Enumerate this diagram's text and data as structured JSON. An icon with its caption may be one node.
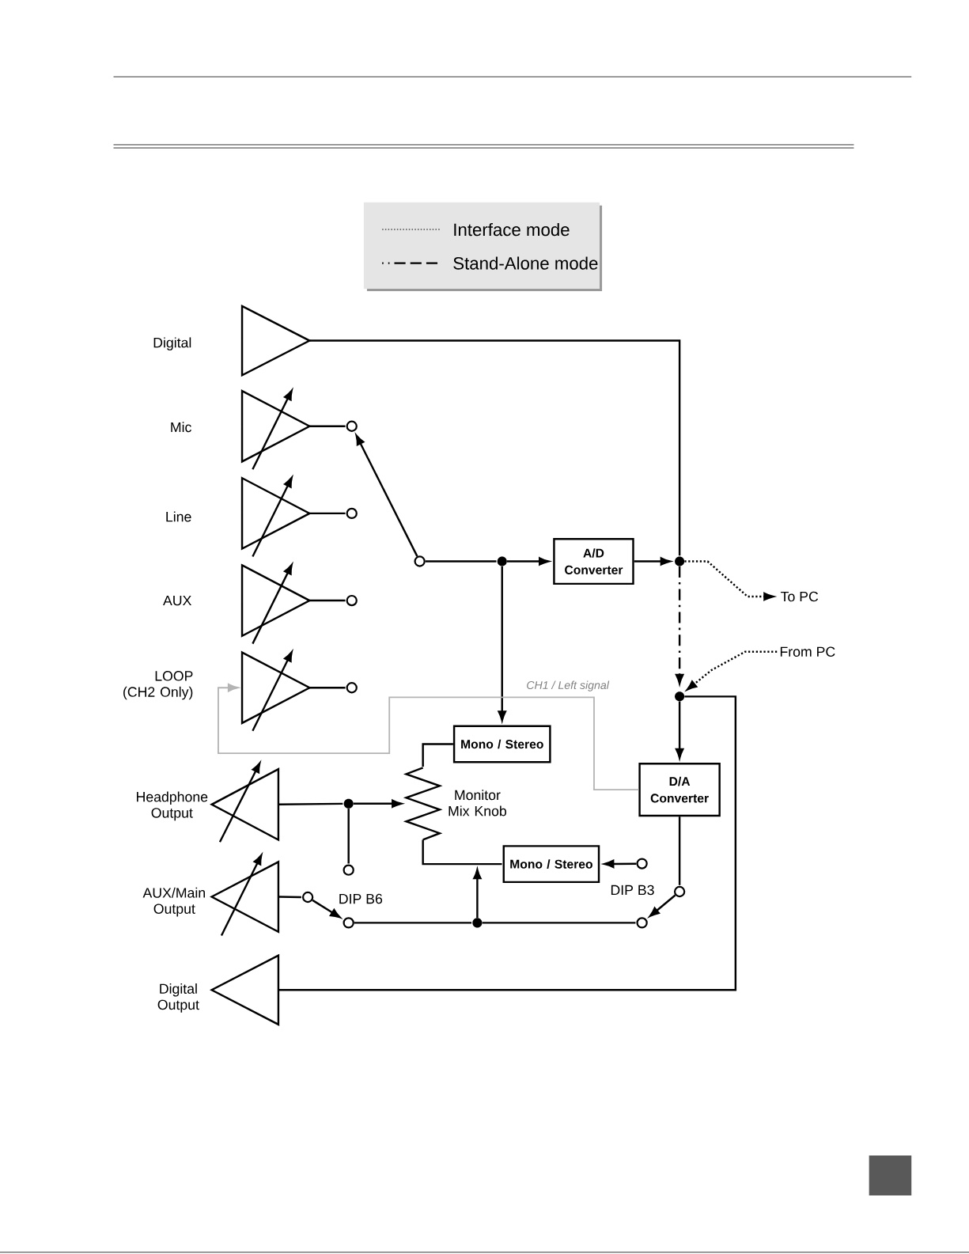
{
  "diagram": {
    "nodes": [
      {
        "text": [],
        "shape": "triangle",
        "beside": [
          "Digital"
        ]
      },
      {
        "text": [],
        "shape": "triangle",
        "beside": [
          "Mic"
        ]
      },
      {
        "text": [],
        "shape": "circle"
      },
      {
        "text": [],
        "shape": "triangle",
        "beside": [
          "Line"
        ]
      },
      {
        "text": [],
        "shape": "circle"
      },
      {
        "text": [],
        "shape": "triangle",
        "beside": [
          "AUX"
        ]
      },
      {
        "text": [],
        "shape": "circle"
      },
      {
        "text": [],
        "shape": "triangle",
        "beside": [
          "LOOP (CH2 Only)"
        ]
      },
      {
        "text": [],
        "shape": "circle"
      },
      {
        "text": [],
        "shape": "circle"
      },
      {
        "text": [],
        "shape": "dot"
      },
      {
        "text": [
          "A/D Converter"
        ]
      },
      {
        "text": [],
        "shape": "dot"
      },
      {
        "text": [
          "To PC"
        ]
      },
      {
        "text": [
          "From PC"
        ]
      },
      {
        "text": [],
        "shape": "dot"
      },
      {
        "text": [
          "Mono / Stereo"
        ]
      },
      {
        "text": [
          "D/A Converter"
        ]
      },
      {
        "text": [],
        "shape": "triangle",
        "beside": [
          "Headphone Output"
        ]
      },
      {
        "text": [],
        "shape": "dot"
      },
      {
        "text": [],
        "shape": "resistor",
        "beside": [
          "Monitor Mix Knob"
        ]
      },
      {
        "text": [],
        "shape": "circle"
      },
      {
        "text": [
          "Mono / Stereo"
        ]
      },
      {
        "text": [],
        "shape": "circle"
      },
      {
        "text": [],
        "shape": "triangle",
        "beside": [
          "AUX/Main Output"
        ]
      },
      {
        "text": [],
        "shape": "circle"
      },
      {
        "text": [],
        "shape": "circle"
      },
      {
        "text": [],
        "shape": "dot"
      },
      {
        "text": [],
        "shape": "circle"
      },
      {
        "text": [],
        "shape": "circle"
      },
      {
        "text": [],
        "shape": "triangle",
        "beside": [
          "Digital Output"
        ]
      }
    ],
    "edges": [
      {
        "from": 0,
        "to": 12,
        "arrow": "none"
      },
      {
        "from": 1,
        "to": 2,
        "arrow": "none"
      },
      {
        "from": 3,
        "to": 4,
        "arrow": "none"
      },
      {
        "from": 5,
        "to": 6,
        "arrow": "none"
      },
      {
        "from": 7,
        "to": 8,
        "arrow": "none"
      },
      {
        "from": 9,
        "to": 2,
        "arrow": "to"
      },
      {
        "from": 9,
        "to": 10,
        "arrow": "none"
      },
      {
        "from": 10,
        "to": 11,
        "arrow": "to"
      },
      {
        "from": 11,
        "to": 12,
        "arrow": "to"
      },
      {
        "from": 12,
        "to": 13,
        "arrow": "to",
        "style": "dashed"
      },
      {
        "from": 12,
        "to": 15,
        "arrow": "to",
        "style": "dashed"
      },
      {
        "from": 14,
        "to": 15,
        "arrow": "to",
        "style": "dashed"
      },
      {
        "from": 10,
        "to": 16,
        "arrow": "to"
      },
      {
        "from": 15,
        "to": 17,
        "arrow": "to"
      },
      {
        "from": 15,
        "to": 30,
        "arrow": "none"
      },
      {
        "from": 17,
        "to": 7,
        "arrow": "to",
        "color": "#b4b4b4",
        "label": "CH1 / Left signal"
      },
      {
        "from": 18,
        "to": 19,
        "arrow": "none"
      },
      {
        "from": 19,
        "to": 20,
        "arrow": "to"
      },
      {
        "from": 19,
        "to": 21,
        "arrow": "none"
      },
      {
        "from": 16,
        "to": 20,
        "arrow": "none"
      },
      {
        "from": 20,
        "to": 22,
        "arrow": "none"
      },
      {
        "from": 27,
        "to": null,
        "arrow": "to"
      },
      {
        "from": 23,
        "to": 22,
        "arrow": "to"
      },
      {
        "from": 24,
        "to": 25,
        "arrow": "none"
      },
      {
        "from": 25,
        "to": 26,
        "arrow": "to"
      },
      {
        "from": 26,
        "to": 27,
        "arrow": "none"
      },
      {
        "from": 27,
        "to": 28,
        "arrow": "none"
      },
      {
        "from": 29,
        "to": 28,
        "arrow": "to"
      },
      {
        "from": 17,
        "to": 29,
        "arrow": "none"
      }
    ],
    "labels": [
      "DIP B6",
      "DIP B3"
    ],
    "legend": [
      {
        "text": "Interface mode"
      },
      {
        "text": "Stand-Alone mode"
      }
    ]
  }
}
